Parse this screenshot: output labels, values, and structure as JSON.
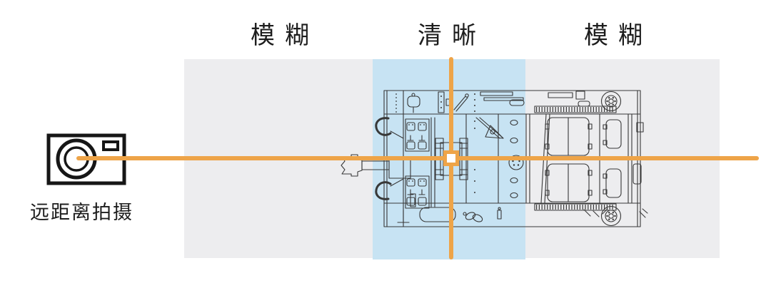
{
  "title_labels": {
    "left_blur": "模糊",
    "center_sharp": "清晰",
    "right_blur": "模糊"
  },
  "camera": {
    "caption": "远距离拍摄"
  },
  "icons": {
    "camera": "camera-icon",
    "subject": "tank-blueprint-top-view",
    "focus_marker": "focus-square",
    "optical_axis": "optical-axis-line",
    "focal_plane": "focal-plane-line"
  },
  "colors": {
    "orange": "#eea448",
    "focus_zone_blue": "#c7e3f3",
    "blur_zone_gray": "#ededef",
    "ink": "#1d1d1d",
    "drawing_stroke": "#383838"
  }
}
